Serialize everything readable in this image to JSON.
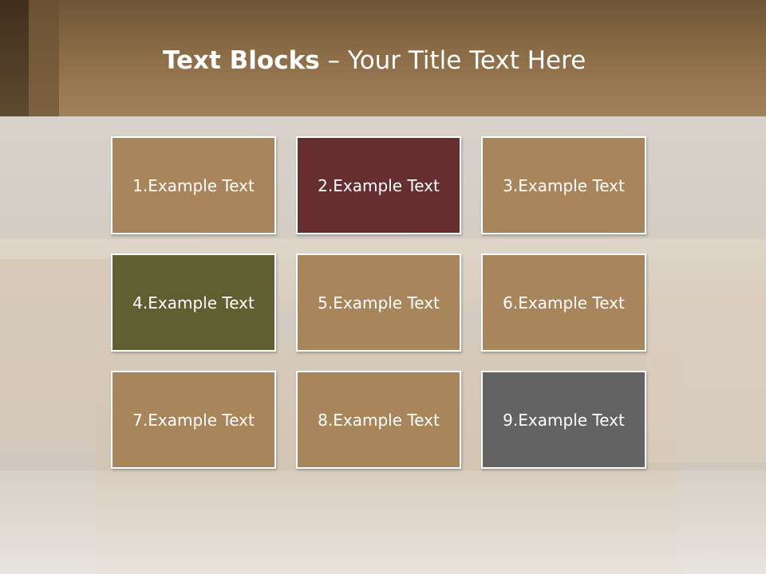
{
  "slide": {
    "title_bold": "Text Blocks",
    "title_dash": "–",
    "title_rest": "Your Title Text Here"
  },
  "blocks": [
    {
      "label": "1.Example Text",
      "color": "#a9855c"
    },
    {
      "label": "2.Example Text",
      "color": "#662e30"
    },
    {
      "label": "3.Example Text",
      "color": "#a9855c"
    },
    {
      "label": "4.Example Text",
      "color": "#5f5f31"
    },
    {
      "label": "5.Example Text",
      "color": "#a9855c"
    },
    {
      "label": "6.Example Text",
      "color": "#a9855c"
    },
    {
      "label": "7.Example Text",
      "color": "#a9855c"
    },
    {
      "label": "8.Example Text",
      "color": "#a9855c"
    },
    {
      "label": "9.Example Text",
      "color": "#636363"
    }
  ],
  "colors": {
    "header": "#8a6c47",
    "block_border": "#ffffff"
  }
}
